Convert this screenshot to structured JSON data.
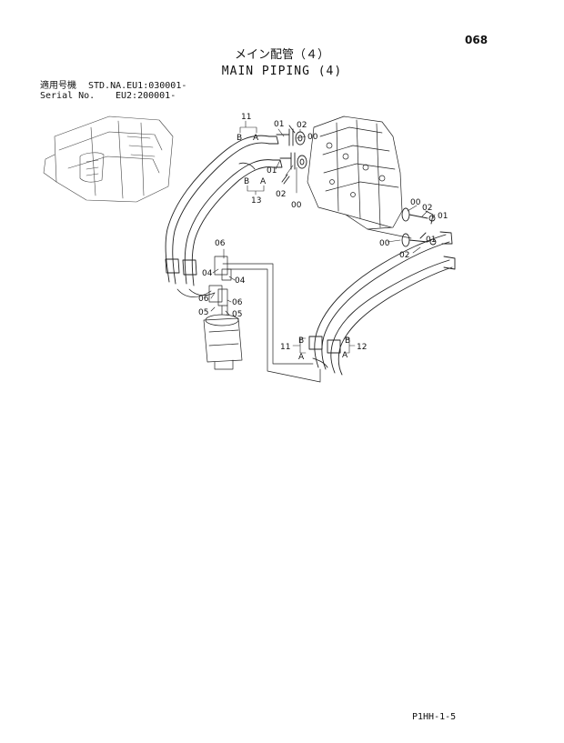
{
  "page_number": "068",
  "title_jp": "メイン配管（４）",
  "title_en": "MAIN PIPING (4)",
  "applicable": {
    "label_jp": "適用号機",
    "label_en": "Serial No.",
    "line1": "STD.NA.EU1:030001-",
    "line2": "EU2:200001-"
  },
  "callouts": {
    "c11_top": "11",
    "b_top": "B",
    "a_top": "A",
    "c01_a": "01",
    "c02_a": "02",
    "c00_a": "00",
    "c01_b": "01",
    "c02_b": "02",
    "c00_b": "00",
    "b_13": "B",
    "a_13": "A",
    "c13": "13",
    "c00_r1": "00",
    "c02_r1": "02",
    "c01_r1": "01",
    "c00_r2": "00",
    "c01_r2": "01",
    "c02_r2": "02",
    "c06_t": "06",
    "c04_l": "04",
    "c04_r": "04",
    "c06_l": "06",
    "c06_r": "06",
    "c05_l": "05",
    "c05_r": "05",
    "c11_bot": "11",
    "b_bl": "B",
    "a_bl": "A",
    "b_br": "B",
    "a_br": "A",
    "c12": "12"
  },
  "footer": "P1HH-1-5"
}
